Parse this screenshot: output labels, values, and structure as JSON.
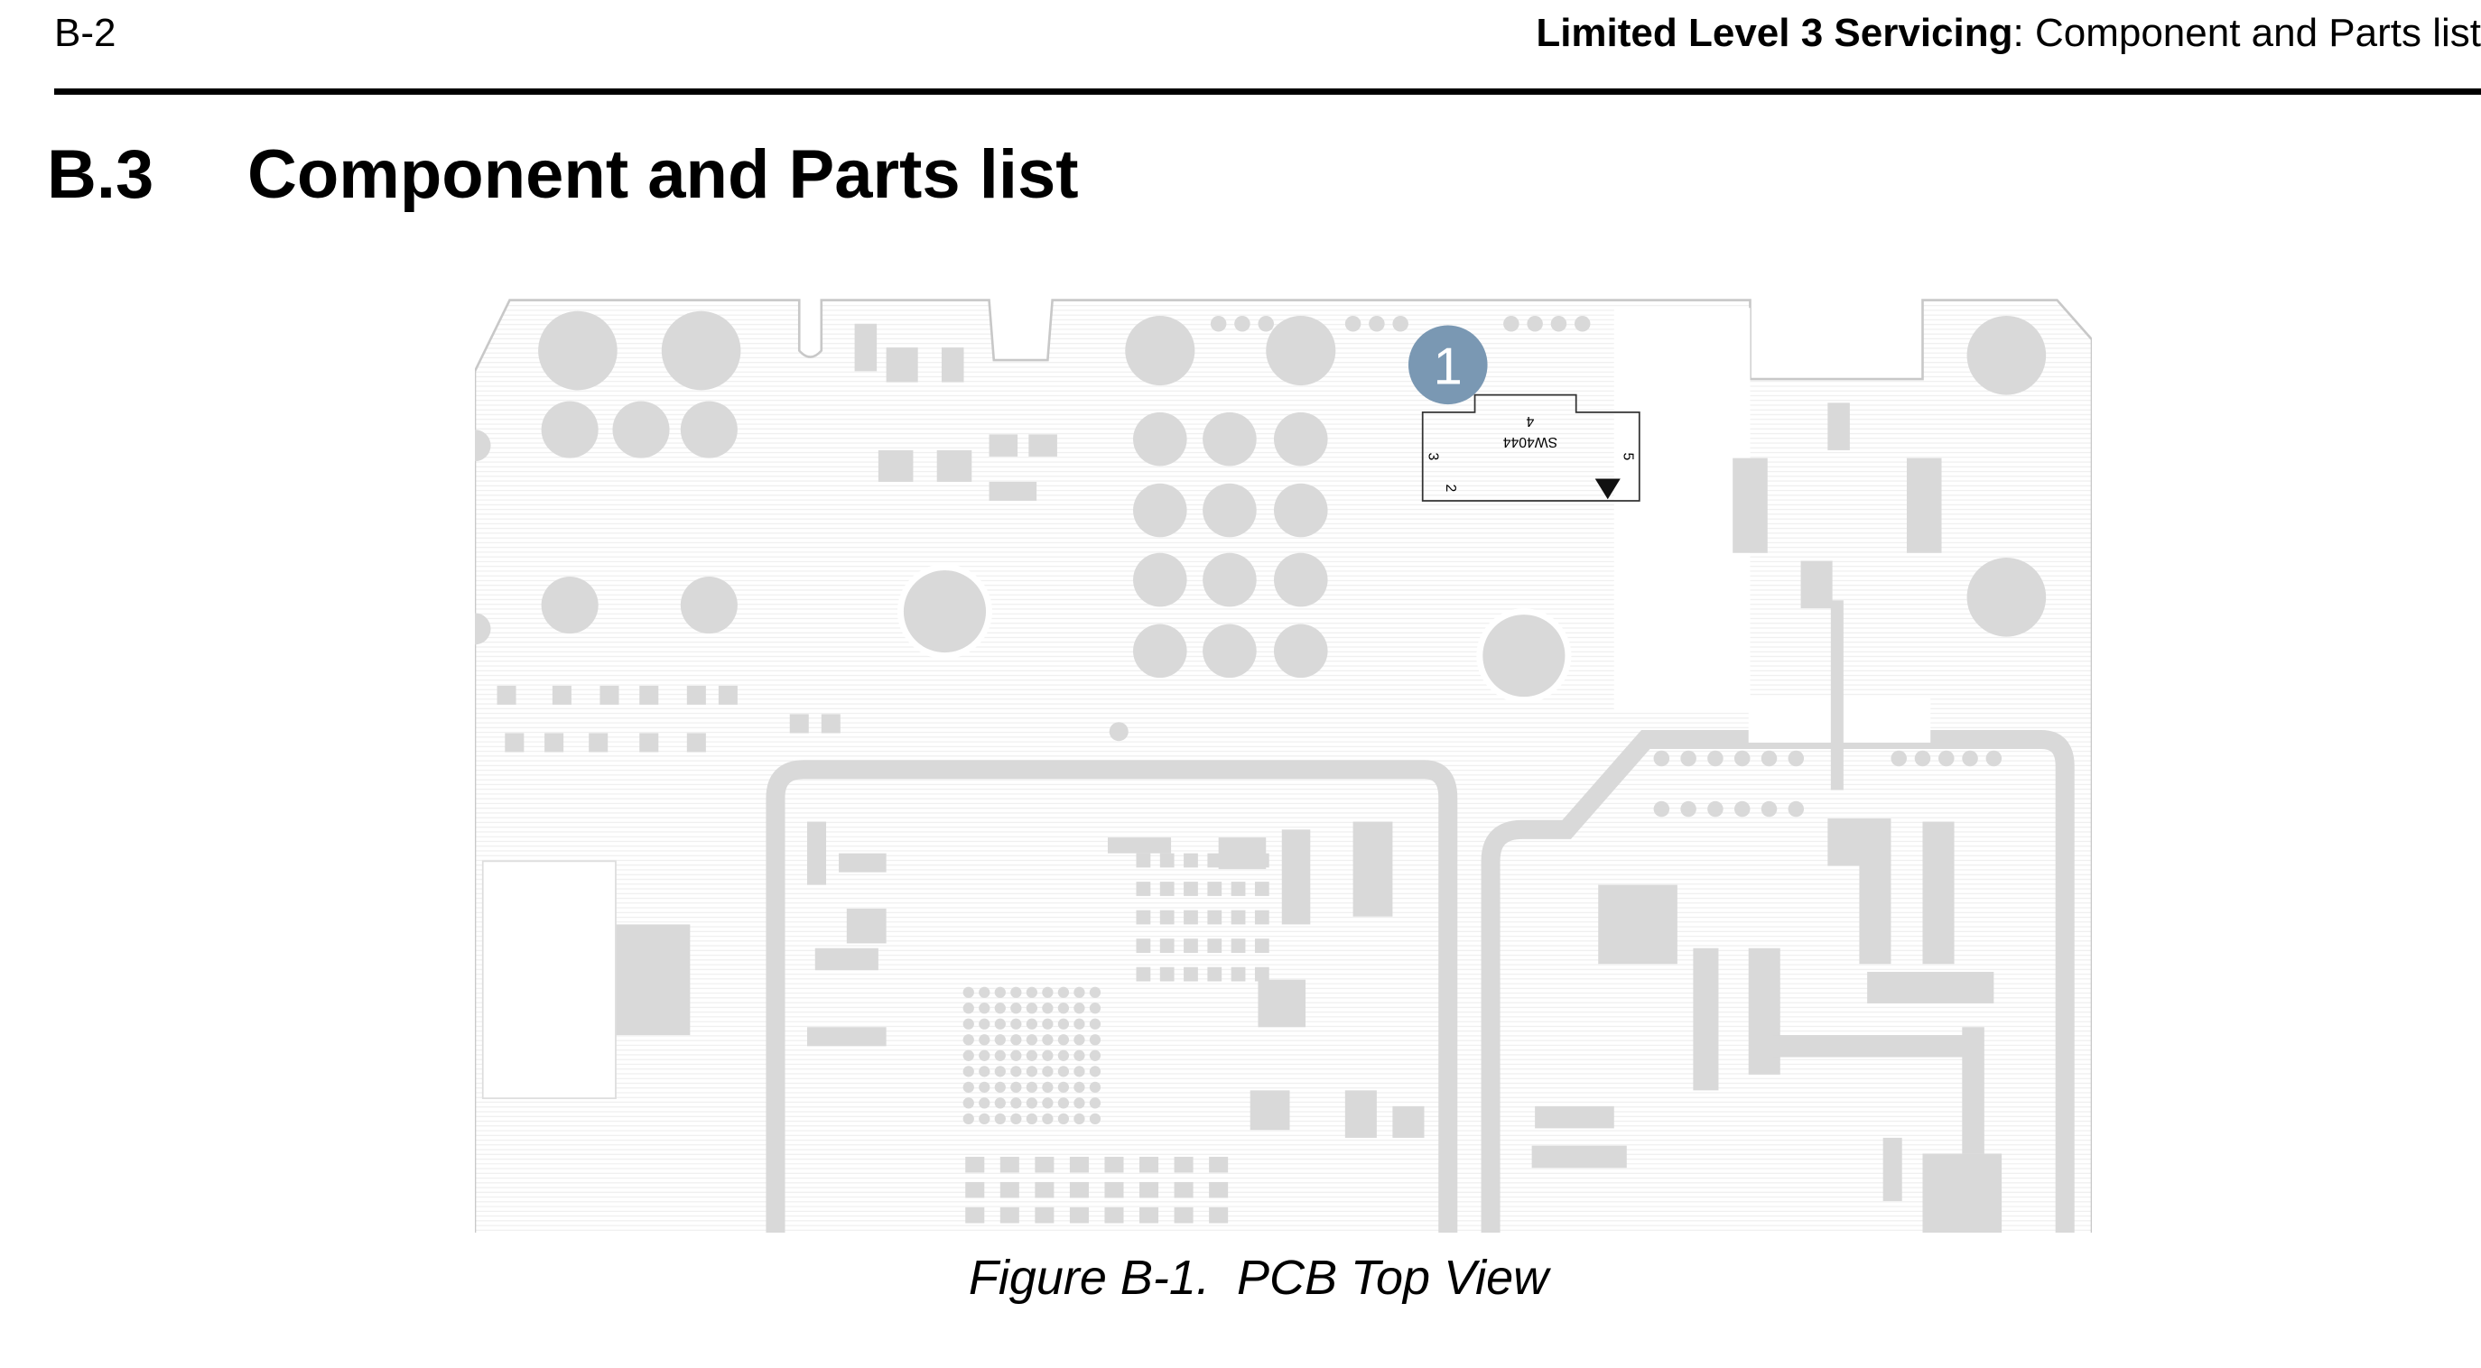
{
  "header": {
    "page_number": "B-2",
    "running_title_bold": "Limited Level 3 Servicing",
    "running_title_rest": ": Component and Parts list"
  },
  "section": {
    "number": "B.3",
    "title": "Component and Parts list"
  },
  "figure": {
    "caption": "Figure B-1.  PCB Top View",
    "callout": "1",
    "component": {
      "ref": "SW4044",
      "pins": [
        "2",
        "3",
        "4",
        "5"
      ]
    },
    "colors": {
      "pad": "#d9d9d9",
      "outline": "#c8c8c8",
      "callout": "#7a98b3"
    }
  }
}
